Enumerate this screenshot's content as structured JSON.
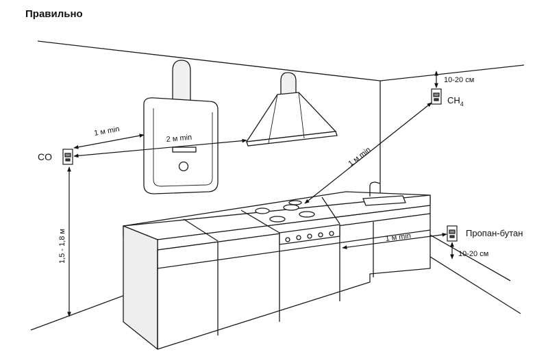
{
  "heading": "Правильно",
  "labels": {
    "co": "CO",
    "ch4_main": "CH",
    "ch4_sub": "4",
    "propane": "Пропан-бутан",
    "ceiling_gap": "10-20 см",
    "floor_gap": "10-20 см",
    "co_to_boiler": "1 м min",
    "co_to_hood": "2 м min",
    "ch4_to_stove": "1 м min",
    "propane_to_cabinet": "1 м min",
    "co_height": "1,5 - 1,8 м"
  },
  "colors": {
    "line": "#1a1a1a",
    "fill": "#ffffff",
    "shade": "#e6e6e6"
  }
}
